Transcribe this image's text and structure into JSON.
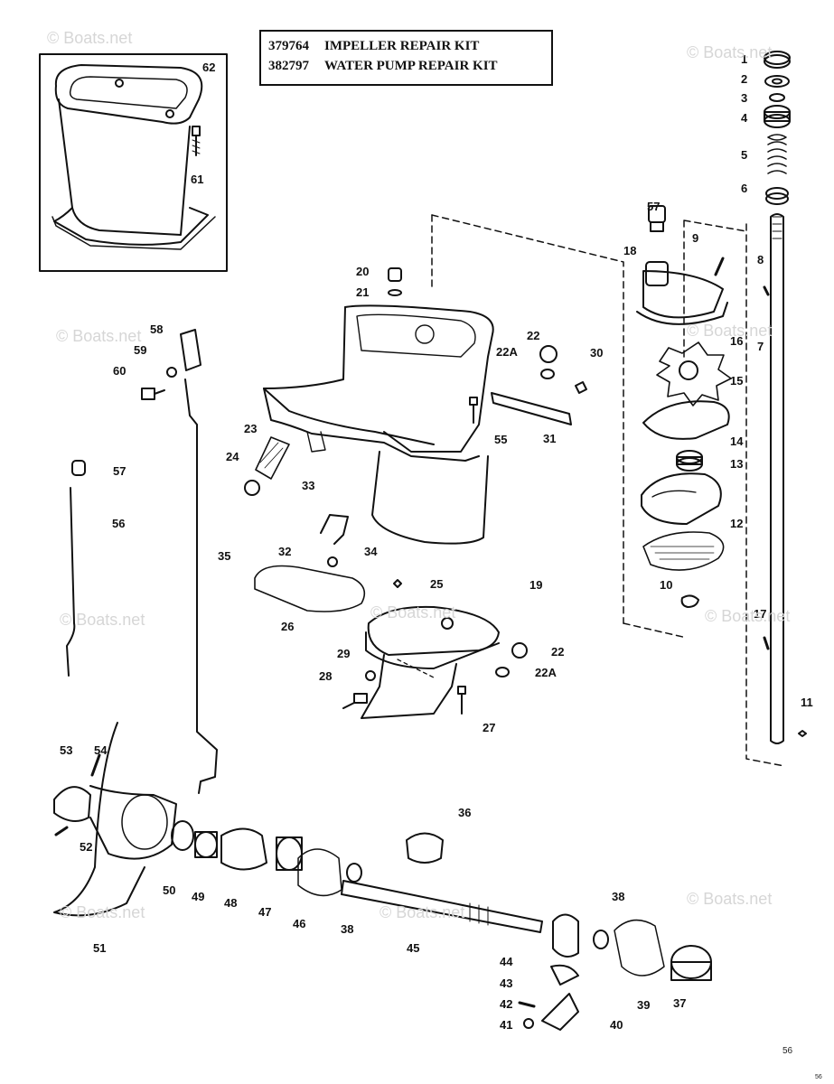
{
  "repair_kits": [
    {
      "number": "379764",
      "name": "IMPELLER REPAIR KIT"
    },
    {
      "number": "382797",
      "name": "WATER PUMP REPAIR KIT"
    }
  ],
  "callouts": [
    "1",
    "2",
    "3",
    "4",
    "5",
    "6",
    "7",
    "8",
    "9",
    "10",
    "11",
    "12",
    "13",
    "14",
    "15",
    "16",
    "17",
    "18",
    "19",
    "20",
    "21",
    "22",
    "22A",
    "23",
    "24",
    "25",
    "26",
    "27",
    "28",
    "29",
    "30",
    "31",
    "32",
    "33",
    "34",
    "35",
    "36",
    "37",
    "38",
    "39",
    "40",
    "41",
    "42",
    "43",
    "44",
    "45",
    "46",
    "47",
    "48",
    "49",
    "50",
    "51",
    "52",
    "53",
    "54",
    "55",
    "56",
    "57",
    "58",
    "59",
    "60",
    "61",
    "62"
  ],
  "watermark": "© Boats.net",
  "page_number": "56",
  "page_number_small": "56"
}
